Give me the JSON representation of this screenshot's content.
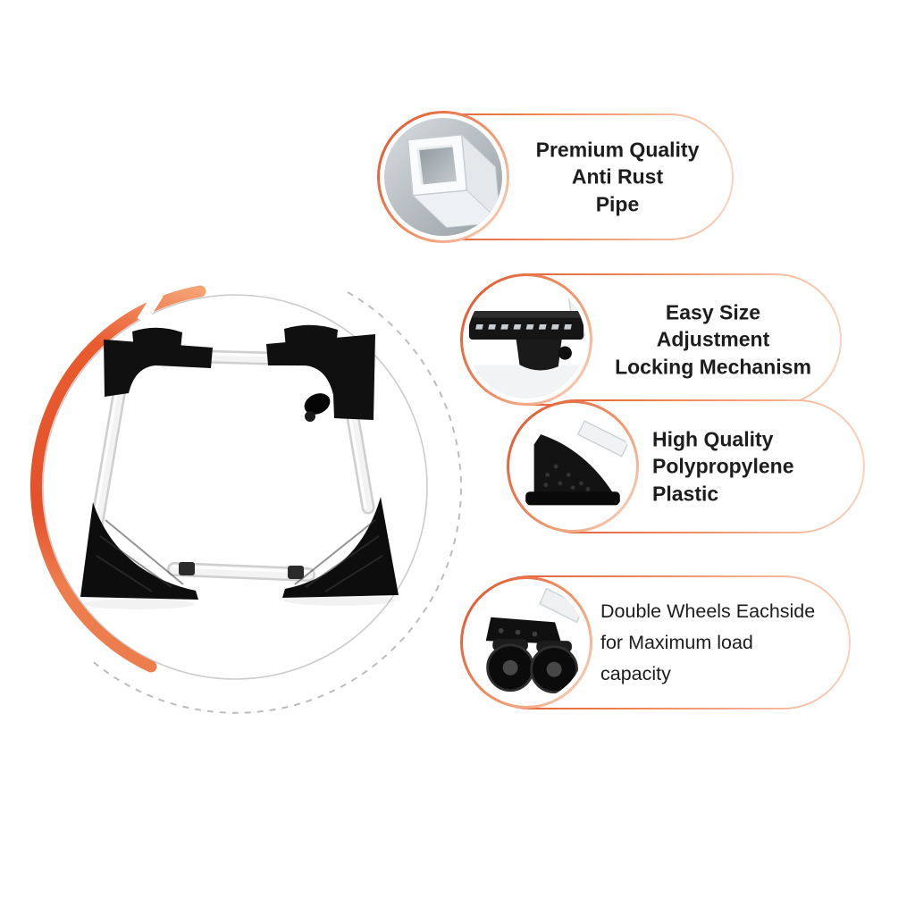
{
  "colors": {
    "accent": "#E4512B",
    "accent_light": "#F6C9B2",
    "ring_gray": "#C9C9C9",
    "dash_gray": "#BDBDBD",
    "text": "#1D1D1D",
    "product_black": "#101010",
    "pipe_white": "#F3F3F3"
  },
  "hero": {
    "subject": "adjustable appliance base with four black corner feet joined by white square pipes",
    "decor": [
      "orange-gradient-arc",
      "solid-gray-ring",
      "dashed-gray-ring"
    ]
  },
  "features": [
    {
      "icon": "square-pipe-icon",
      "align": "center",
      "lines": [
        "Premium Quality",
        "Anti Rust",
        "Pipe"
      ]
    },
    {
      "icon": "locking-mechanism-icon",
      "align": "center",
      "lines": [
        "Easy Size",
        "Adjustment",
        "Locking Mechanism"
      ]
    },
    {
      "icon": "plastic-corner-icon",
      "align": "left",
      "lines": [
        "High Quality",
        "Polypropylene",
        "Plastic"
      ]
    },
    {
      "icon": "double-wheels-icon",
      "align": "left",
      "lines": [
        "Double Wheels Eachside",
        "for Maximum load",
        "capacity"
      ]
    }
  ]
}
